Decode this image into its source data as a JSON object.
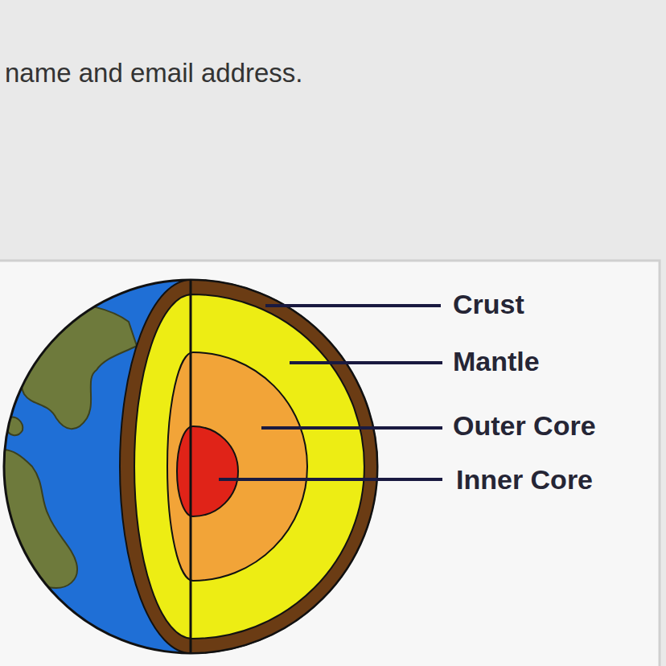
{
  "diagram": {
    "labels": [
      "name and email address.",
      "Crust",
      "Mantle",
      "Outer Core",
      "Inner Core"
    ]
  }
}
